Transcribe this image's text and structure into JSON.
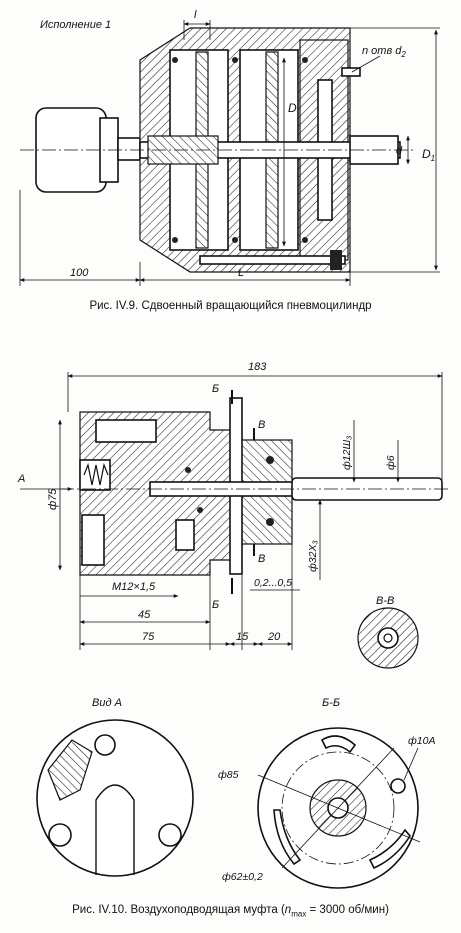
{
  "fig1": {
    "variant_label": "Исполнение 1",
    "labels": {
      "l": "l",
      "holes": "n отв d",
      "holes_sub": "2",
      "D": "D",
      "D1": "D",
      "D1_sub": "1",
      "d": "d",
      "dim_100": "100",
      "L": "L"
    },
    "caption": "Рис. IV.9. Сдвоенный вращающийся пневмоцилиндр"
  },
  "fig2": {
    "labels": {
      "dim_183": "183",
      "B_top": "Б",
      "B_bottom": "Б",
      "V_top": "В",
      "V_bottom": "В",
      "A": "A",
      "phi75": "ф75",
      "phi12": "ф12Ш₃",
      "phi6": "ф6",
      "phi32": "ф32Х₃",
      "thread": "M12×1,5",
      "dim_45": "45",
      "dim_75": "75",
      "dim_15": "15",
      "dim_20": "20",
      "gap": "0,2...0,5",
      "section_VV": "В-В"
    },
    "views": {
      "view_A": "Вид А",
      "section_BB": "Б-Б",
      "phi10A": "ф10А",
      "phi85": "ф85",
      "phi62": "ф62±0,2"
    },
    "caption_prefix": "Рис. IV.10. Воздухоподводящая муфта (",
    "caption_nmax": "n",
    "caption_nmax_sub": "max",
    "caption_suffix": " = 3000 об/мин)"
  }
}
